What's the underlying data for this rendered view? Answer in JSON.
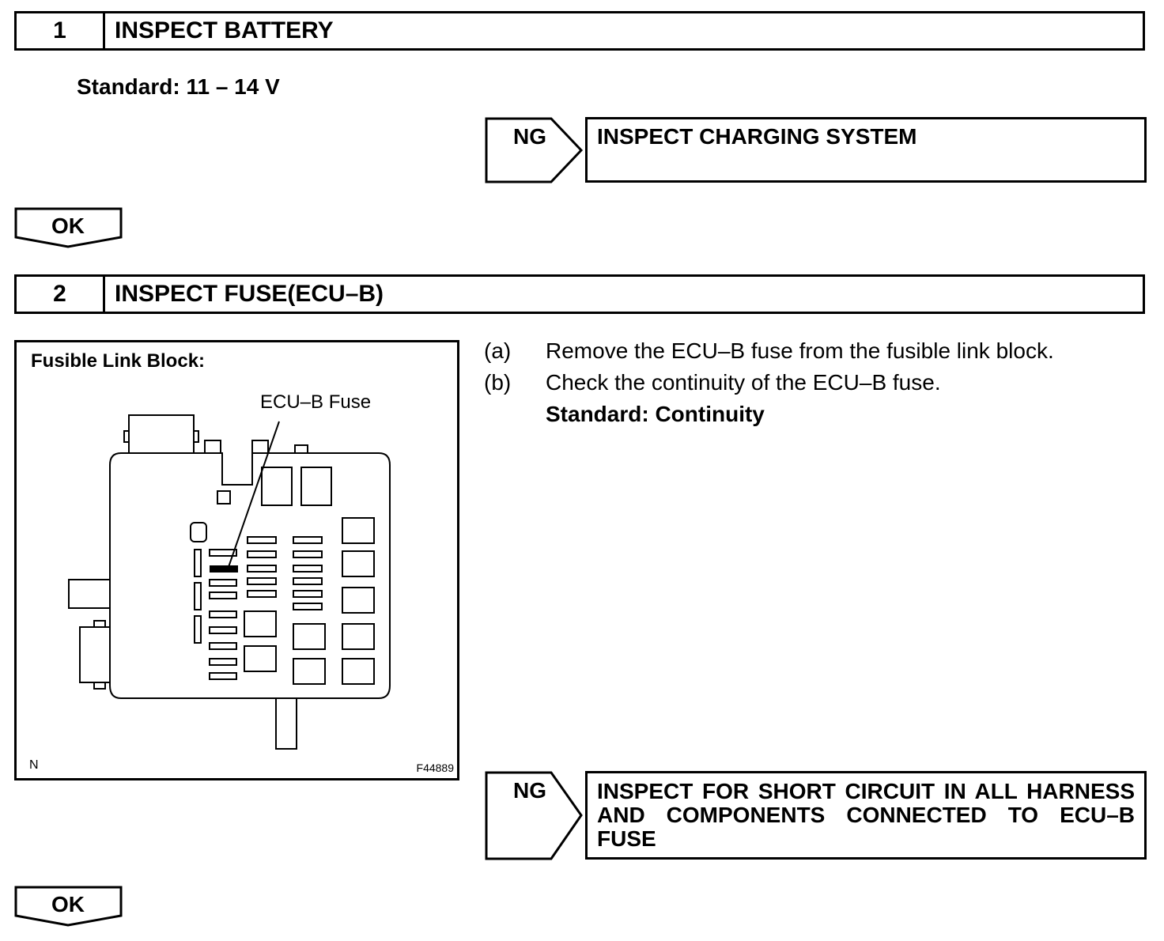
{
  "steps": [
    {
      "number": "1",
      "title": "INSPECT BATTERY",
      "standard": "Standard: 11 – 14 V",
      "ng_label": "NG",
      "ng_action": "INSPECT CHARGING SYSTEM",
      "ok_label": "OK"
    },
    {
      "number": "2",
      "title": "INSPECT FUSE(ECU–B)",
      "figure": {
        "caption": "Fusible Link Block:",
        "callout": "ECU–B Fuse",
        "corner_mark": "N",
        "figure_id": "F44889"
      },
      "instructions": [
        {
          "letter": "(a)",
          "text": "Remove the ECU–B fuse from the fusible link block."
        },
        {
          "letter": "(b)",
          "text": "Check the continuity of the ECU–B fuse."
        }
      ],
      "standard": "Standard: Continuity",
      "ng_label": "NG",
      "ng_action": "INSPECT FOR SHORT CIRCUIT IN ALL HARNESS AND COMPONENTS CONNECTED TO ECU–B FUSE",
      "ok_label": "OK"
    }
  ]
}
